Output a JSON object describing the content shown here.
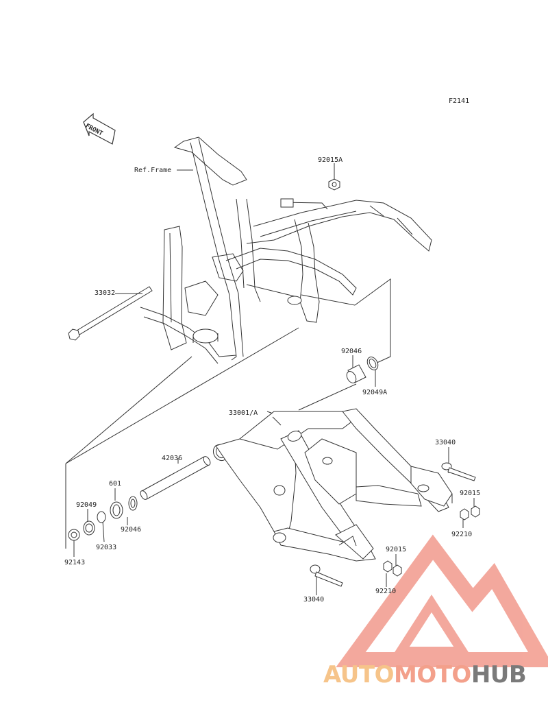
{
  "figure_code": "F2141",
  "front_label": "FRONT",
  "ref_frame": "Ref.Frame",
  "parts": [
    {
      "id": "p-92015a",
      "text": "92015A"
    },
    {
      "id": "p-33032",
      "text": "33032"
    },
    {
      "id": "p-92046a",
      "text": "92046"
    },
    {
      "id": "p-92049a",
      "text": "92049A"
    },
    {
      "id": "p-33001a",
      "text": "33001/A"
    },
    {
      "id": "p-33040a",
      "text": "33040"
    },
    {
      "id": "p-92015b",
      "text": "92015"
    },
    {
      "id": "p-92210a",
      "text": "92210"
    },
    {
      "id": "p-42036",
      "text": "42036"
    },
    {
      "id": "p-601",
      "text": "601"
    },
    {
      "id": "p-92049",
      "text": "92049"
    },
    {
      "id": "p-92046b",
      "text": "92046"
    },
    {
      "id": "p-92033",
      "text": "92033"
    },
    {
      "id": "p-92143",
      "text": "92143"
    },
    {
      "id": "p-92015c",
      "text": "92015"
    },
    {
      "id": "p-92210b",
      "text": "92210"
    },
    {
      "id": "p-33040b",
      "text": "33040"
    }
  ],
  "watermark": {
    "part1": "AUTO",
    "part2": "MOTO",
    "part3": "HUB",
    "color_auto": "#f6c48a",
    "color_moto": "#f3a08b",
    "color_hub": "#7a7a7a",
    "logo_color": "#f29a8c"
  }
}
